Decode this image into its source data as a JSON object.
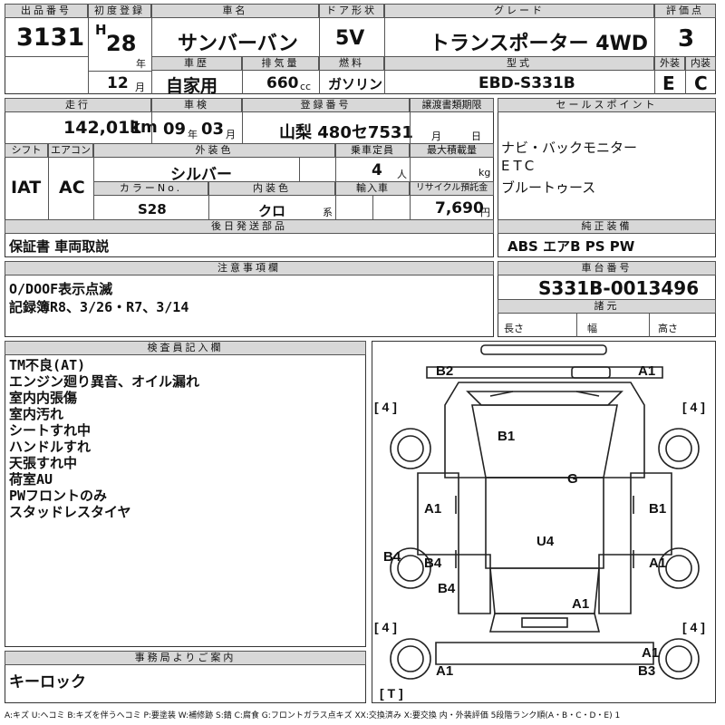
{
  "labels": {
    "lot_no": "出品番号",
    "first_reg": "初度登録",
    "car_name": "車名",
    "door": "ドア形状",
    "grade": "グレード",
    "score": "評価点",
    "history": "車歴",
    "displacement": "排気量",
    "fuel": "燃料",
    "model": "型式",
    "exterior": "外装",
    "interior": "内装",
    "mileage": "走行",
    "inspection": "車検",
    "reg_no": "登録番号",
    "transfer": "譲渡書類期限",
    "sales_point": "セールスポイント",
    "shift": "シフト",
    "aircon": "エアコン",
    "ext_color": "外装色",
    "capacity": "乗車定員",
    "max_load": "最大積載量",
    "color_no": "カラーNo.",
    "int_color": "内装色",
    "import": "輸入車",
    "recycle": "リサイクル預託金",
    "later_parts": "後日発送部品",
    "genuine": "純正装備",
    "notes": "注意事項欄",
    "chassis": "車台番号",
    "dims": "諸元",
    "inspector": "検査員記入欄",
    "office": "事務局よりご案内"
  },
  "header": {
    "lot_no": "3131",
    "era": "H",
    "year": "28",
    "year_unit": "年",
    "month": "12",
    "month_unit": "月",
    "car_name": "サンバーバン",
    "door": "5V",
    "grade": "トランスポーター 4WD",
    "score": "3",
    "history": "自家用",
    "displacement": "660",
    "displacement_unit": "cc",
    "fuel": "ガソリン",
    "model": "EBD-S331B",
    "exterior": "E",
    "interior": "C"
  },
  "row2": {
    "mileage": "142,011",
    "mileage_unit": "km",
    "insp_year": "09",
    "insp_year_unit": "年",
    "insp_month": "03",
    "insp_month_unit": "月",
    "reg_no": "山梨 480セ7531",
    "transfer_month_unit": "月",
    "transfer_day_unit": "日"
  },
  "row3": {
    "shift": "IAT",
    "aircon": "AC",
    "ext_color": "シルバー",
    "capacity": "4",
    "capacity_unit": "人",
    "max_load_unit": "kg",
    "color_no": "S28",
    "int_color": "クロ",
    "int_color_unit": "系",
    "recycle": "7,690",
    "recycle_unit": "円"
  },
  "sales_points": [
    "ナビ・バックモニター",
    "ETC",
    "ブルートゥース"
  ],
  "later_parts": "保証書 車両取説",
  "genuine": "ABS エアB PS PW",
  "notes": [
    "O/DOOF表示点滅",
    "記録簿R8、3/26・R7、3/14"
  ],
  "chassis": "S331B-0013496",
  "dims": {
    "length": "長さ",
    "width": "幅",
    "height": "高さ"
  },
  "inspector_notes": [
    "TM不良(AT)",
    "エンジン廻り異音、オイル漏れ",
    "室内内張傷",
    "室内汚れ",
    "シートすれ中",
    "ハンドルすれ",
    "天張すれ中",
    "荷室AU",
    "PWフロントのみ",
    "スタッドレスタイヤ"
  ],
  "office": "キーロック",
  "diagram": {
    "marks": [
      "B2",
      "A1",
      "B1",
      "G",
      "A1",
      "B1",
      "U4",
      "B4",
      "B4",
      "A1",
      "B4",
      "A1",
      "A1",
      "A1",
      "B3"
    ],
    "tires": [
      "[ 4 ]",
      "[ 4 ]",
      "[ 4 ]",
      "[ 4 ]",
      "[ T ]"
    ]
  },
  "legend": "A:キズ U:ヘコミ B:キズを伴うヘコミ P:要塗装 W:補修跡 S:錆 C:腐食 G:フロントガラス点キズ XX:交換済み X:要交換 内・外装評価 5段階ランク順(A・B・C・D・E) 1"
}
